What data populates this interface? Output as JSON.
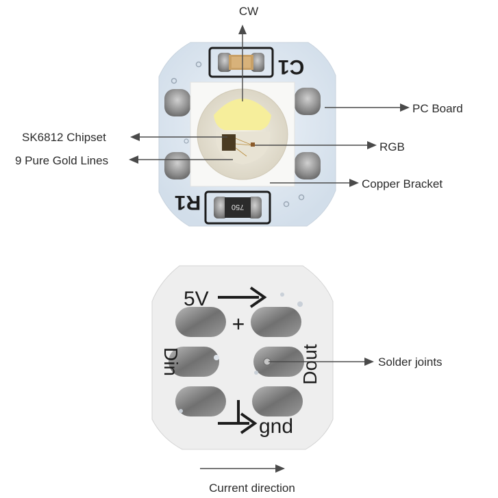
{
  "labels": {
    "cw": "CW",
    "pc_board": "PC Board",
    "chipset": "SK6812 Chipset",
    "rgb": "RGB",
    "gold_lines": "9 Pure Gold Lines",
    "copper_bracket": "Copper Bracket",
    "solder_joints": "Solder joints",
    "current_direction": "Current direction"
  },
  "silkscreen": {
    "c1": "C1",
    "r1": "R1",
    "resistor_code": "750",
    "v5": "5V",
    "plus": "+",
    "din": "Din",
    "dout": "Dout",
    "gnd": "gnd"
  },
  "colors": {
    "board": "#dfe8f2",
    "bottom_board": "#eeeeee",
    "led_body": "#f7f7f7",
    "cw_phosphor": "#f7ef9e",
    "pad": "#9a9a9a",
    "annotation": "#4a4a4a"
  }
}
